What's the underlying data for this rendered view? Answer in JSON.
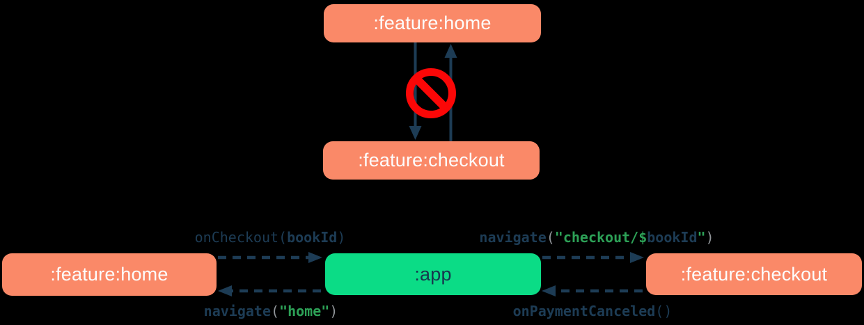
{
  "colors": {
    "background": "#000000",
    "feature_module_box": "#fa8968",
    "app_module_box": "#0bdc86",
    "box_text_light": "#fdfdfd",
    "box_text_dark": "#17364e",
    "arrow_and_code_navy": "#1d3c55",
    "code_string_green": "#2da157",
    "code_paren_gray": "#909498",
    "forbidden_red": "#fb0707"
  },
  "top_diagram": {
    "home_module": ":feature:home",
    "checkout_module": ":feature:checkout",
    "forbidden_icon": "no-entry-icon"
  },
  "bottom_diagram": {
    "home_module": ":feature:home",
    "app_module": ":app",
    "checkout_module": ":feature:checkout",
    "edge_labels": {
      "on_checkout": {
        "fn": "onCheckout",
        "paren_open": "(",
        "arg": "bookId",
        "paren_close": ")"
      },
      "navigate_checkout": {
        "fn": "navigate",
        "paren_open": "(",
        "string_part": "\"checkout/$",
        "template_var": "bookId",
        "string_close": "\"",
        "paren_close": ")"
      },
      "navigate_home": {
        "fn": "navigate",
        "paren_open": "(",
        "string": "\"home\"",
        "paren_close": ")"
      },
      "on_payment_canceled": {
        "fn": "onPaymentCanceled",
        "parens": "()"
      }
    }
  }
}
